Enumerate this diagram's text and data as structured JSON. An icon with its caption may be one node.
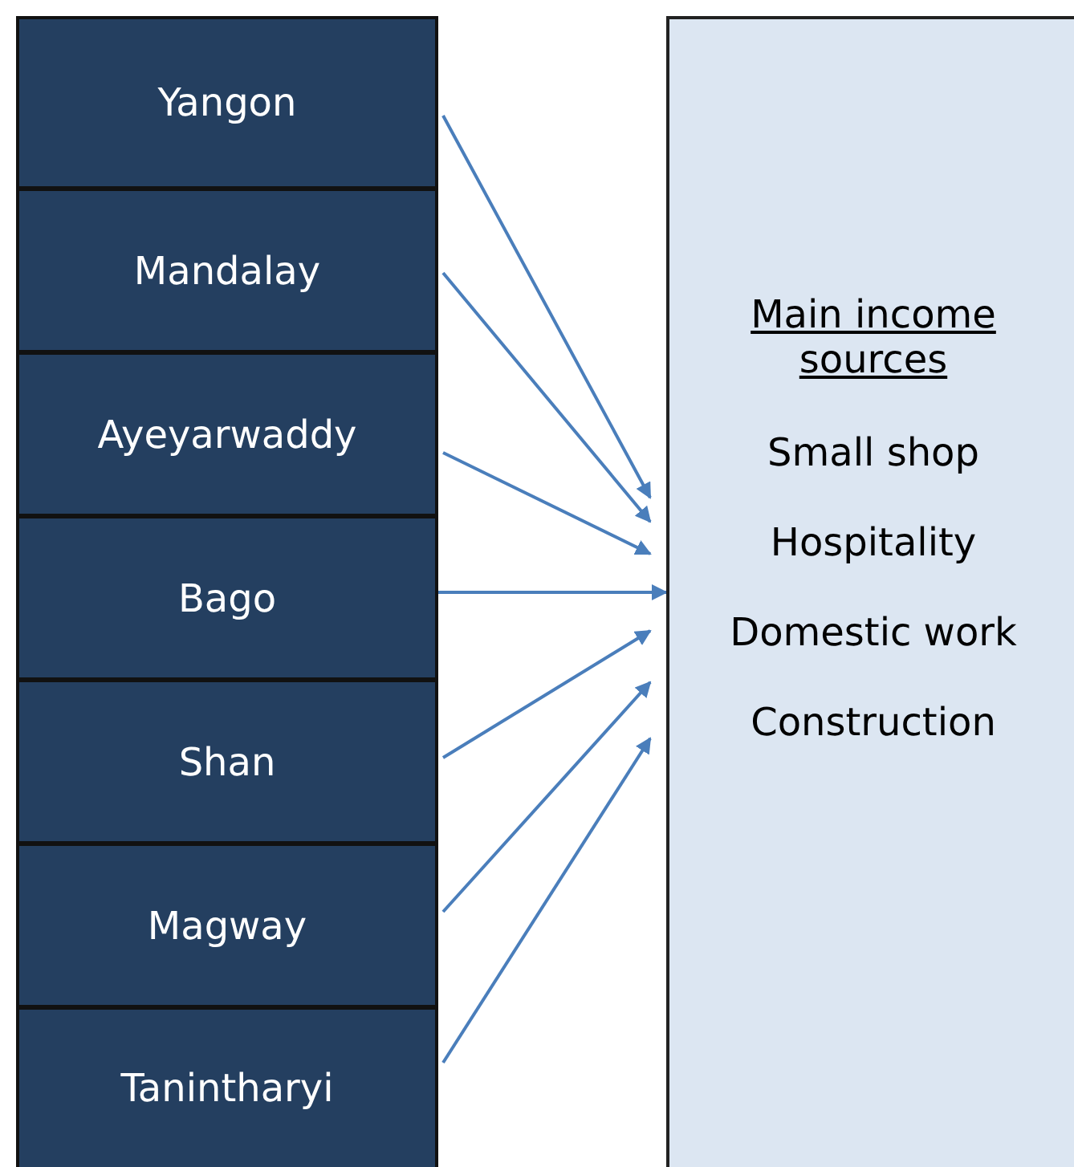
{
  "diagram": {
    "nodes": [
      {
        "text": [
          "Yangon"
        ]
      },
      {
        "text": [
          "Mandalay"
        ]
      },
      {
        "text": [
          "Ayeyarwaddy"
        ]
      },
      {
        "text": [
          "Bago"
        ]
      },
      {
        "text": [
          "Shan"
        ]
      },
      {
        "text": [
          "Magway"
        ]
      },
      {
        "text": [
          "Tanintharyi"
        ]
      },
      {
        "text": [
          "Main income sources",
          "Small shop",
          "Hospitality",
          "Domestic work",
          "Construction"
        ]
      }
    ],
    "edges": [
      {
        "from": 0,
        "to": 7,
        "arrow": "to"
      },
      {
        "from": 1,
        "to": 7,
        "arrow": "to"
      },
      {
        "from": 2,
        "to": 7,
        "arrow": "to"
      },
      {
        "from": 3,
        "to": 7,
        "arrow": "to"
      },
      {
        "from": 4,
        "to": 7,
        "arrow": "to"
      },
      {
        "from": 5,
        "to": 7,
        "arrow": "to"
      },
      {
        "from": 6,
        "to": 7,
        "arrow": "to"
      }
    ]
  }
}
